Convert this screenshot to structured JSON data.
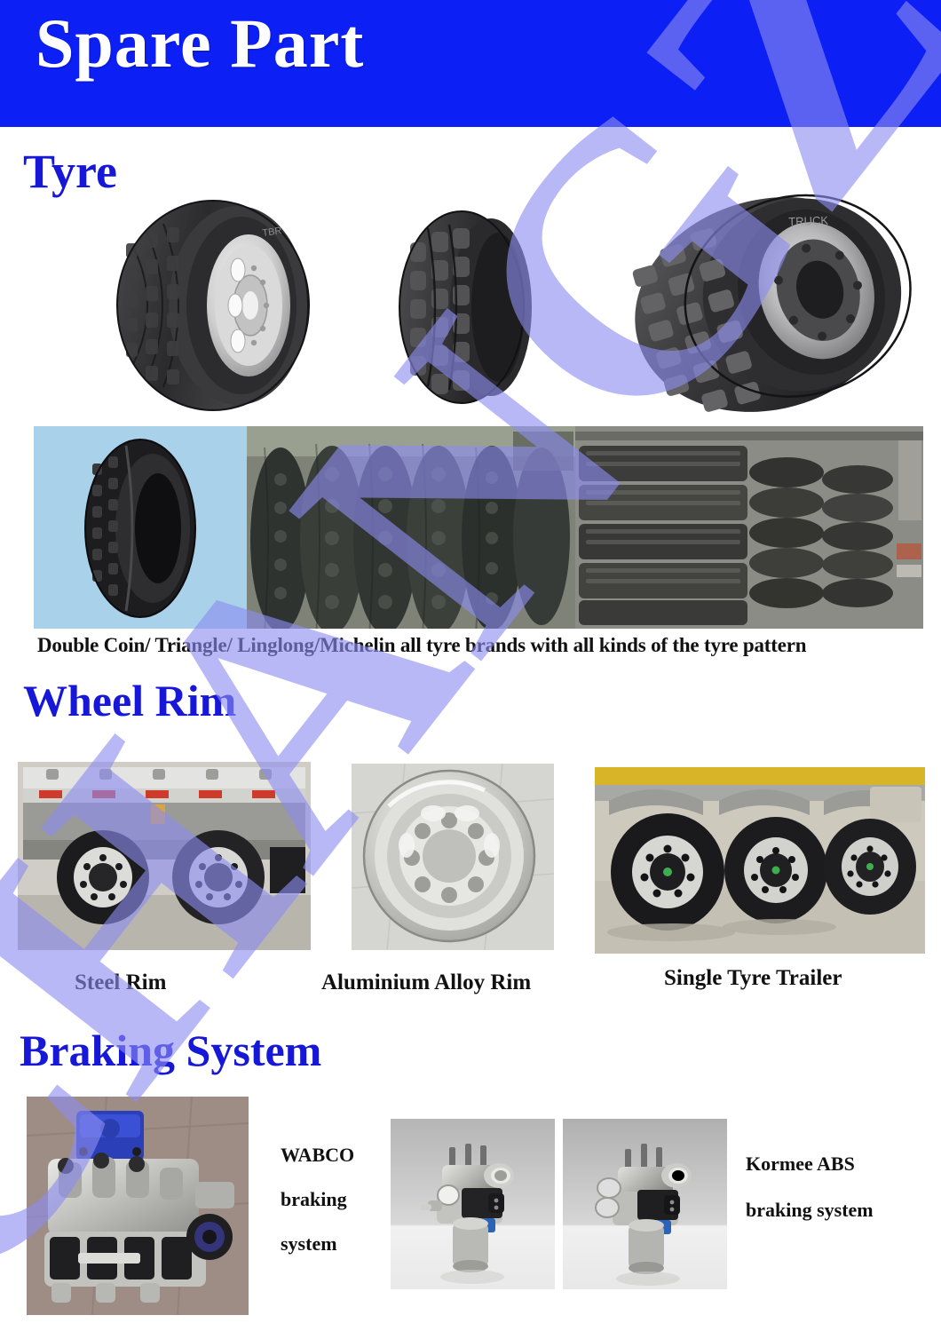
{
  "header": {
    "title": "Spare Part",
    "background_color": "#0C1FF5",
    "text_color": "#FFFFFF"
  },
  "theme": {
    "heading_color": "#1717D8",
    "caption_color": "#111111",
    "watermark_color": "#8C8CF0"
  },
  "watermark": {
    "text": "CHANGZ",
    "style": "large diagonal translucent script overlay"
  },
  "sections": {
    "tyre": {
      "heading": "Tyre",
      "caption": "Double Coin/ Triangle/ Linglong/Michelin all tyre brands with all kinds of the tyre pattern",
      "row1": [
        {
          "name": "truck-tyre-with-steel-wheel",
          "alt": "Radial truck tyre mounted on silver steel wheel rim"
        },
        {
          "name": "block-pattern-tyre",
          "alt": "Heavy duty block pattern tyre, side view"
        },
        {
          "name": "off-road-lug-tyre",
          "alt": "Off road lug pattern tyre on dark steel rim"
        }
      ],
      "row2": [
        {
          "name": "bias-tyre-on-blue-background",
          "alt": "Single bias ply tyre on light blue background"
        },
        {
          "name": "stacked-tyres-row",
          "alt": "Row of stacked new truck tyres in warehouse"
        },
        {
          "name": "tyre-warehouse-stock",
          "alt": "Large stock of tyres piled in warehouse"
        }
      ]
    },
    "wheel_rim": {
      "heading": "Wheel Rim",
      "items": [
        {
          "caption": "Steel Rim",
          "image": "trailer-steel-rims",
          "alt": "Trailer axles fitted with silver steel rims"
        },
        {
          "caption": "Aluminium Alloy Rim",
          "image": "alloy-rim-closeup",
          "alt": "Polished aluminium alloy wheel rim close up"
        },
        {
          "caption": "Single Tyre Trailer",
          "image": "single-tyre-trailer-axles",
          "alt": "Three axle skeleton trailer with single super wide tyres"
        }
      ]
    },
    "braking_system": {
      "heading": "Braking System",
      "items": [
        {
          "label_lines": [
            "WABCO",
            "braking",
            "system"
          ],
          "image": "wabco-abs-valve-assembly",
          "alt": "WABCO ABS modulator valve assembly on floor"
        },
        {
          "label_lines": [
            "Kormee ABS",
            "braking system"
          ],
          "images": [
            {
              "name": "kormee-abs-valve-front",
              "alt": "Kormee ABS relay valve front view"
            },
            {
              "name": "kormee-abs-valve-angle",
              "alt": "Kormee ABS relay valve angled view"
            }
          ]
        }
      ]
    }
  }
}
